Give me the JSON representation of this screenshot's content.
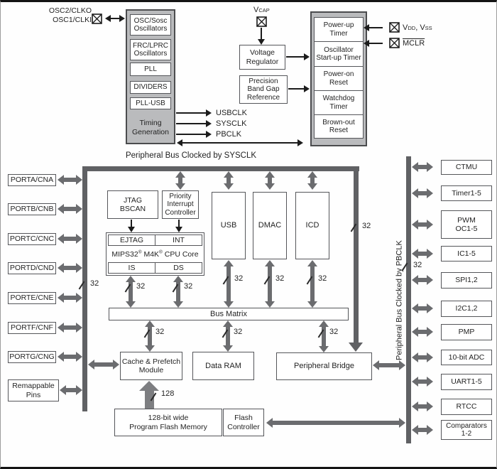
{
  "captions": {
    "sysclk_bus": "Peripheral Bus Clocked by SYSCLK",
    "pbclk_bus": "Peripheral Bus Clocked by PBCLK"
  },
  "clock_gen": {
    "ext_pins": "OSC2/CLKO\nOSC1/CLKI",
    "blocks": [
      "OSC/Sosc\nOscillators",
      "FRC/LPRC\nOscillators",
      "PLL",
      "DIVIDERS",
      "PLL-USB"
    ],
    "label": "Timing\nGeneration",
    "outputs": [
      "USBCLK",
      "SYSCLK",
      "PBCLK"
    ]
  },
  "power": {
    "vcap": {
      "main": "V",
      "sub": "CAP"
    },
    "voltage_regulator": "Voltage\nRegulator",
    "band_gap": "Precision\nBand Gap\nReference",
    "blocks": [
      "Power-up\nTimer",
      "Oscillator\nStart-up Timer",
      "Power-on\nReset",
      "Watchdog\nTimer",
      "Brown-out\nReset"
    ],
    "vdd_vss": {
      "v1": "V",
      "s1": "DD",
      "comma": ", ",
      "v2": "V",
      "s2": "SS"
    },
    "mclr": "MCLR"
  },
  "core": {
    "jtag": "JTAG\nBSCAN",
    "interrupt": "Priority\nInterrupt\nController",
    "ejtag": "EJTAG",
    "int": "INT",
    "is": "IS",
    "ds": "DS",
    "cpu": {
      "p1": "MIPS32",
      "r1": "®",
      "p2": " M4K",
      "r2": "®",
      "p3": " CPU Core"
    },
    "usb": "USB",
    "dmac": "DMAC",
    "icd": "ICD",
    "bus_matrix": "Bus Matrix",
    "cache": "Cache & Prefetch\nModule",
    "data_ram": "Data RAM",
    "peripheral_bridge": "Peripheral Bridge",
    "flash_memory": "128-bit wide\nProgram Flash Memory",
    "flash_controller": "Flash\nController"
  },
  "ports": [
    {
      "label": "PORTA/CNA"
    },
    {
      "label": "PORTB/CNB"
    },
    {
      "label": "PORTC/CNC"
    },
    {
      "label": "PORTD/CND"
    },
    {
      "label": "PORTE/CNE"
    },
    {
      "label": "PORTF/CNF"
    },
    {
      "label": "PORTG/CNG"
    },
    {
      "label": "Remappable\nPins"
    }
  ],
  "peripherals": [
    {
      "label": "CTMU"
    },
    {
      "label": "Timer1-5"
    },
    {
      "label": "PWM\nOC1-5"
    },
    {
      "label": "IC1-5"
    },
    {
      "label": "SPI1,2"
    },
    {
      "label": "I2C1,2"
    },
    {
      "label": "PMP"
    },
    {
      "label": "10-bit ADC"
    },
    {
      "label": "UART1-5"
    },
    {
      "label": "RTCC"
    },
    {
      "label": "Comparators\n1-2"
    }
  ],
  "bus_widths": {
    "w32": "32",
    "w128": "128"
  }
}
